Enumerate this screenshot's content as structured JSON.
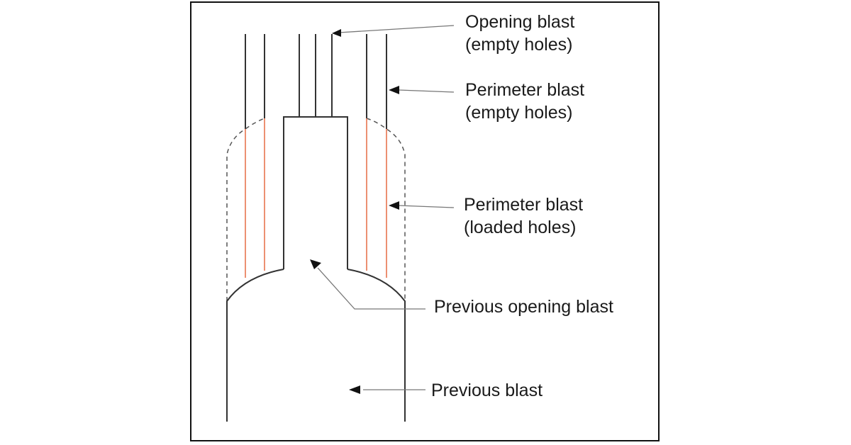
{
  "labels": {
    "opening_blast": {
      "line1": "Opening blast",
      "line2": "(empty holes)"
    },
    "perimeter_empty": {
      "line1": "Perimeter blast",
      "line2": "(empty holes)"
    },
    "perimeter_loaded": {
      "line1": "Perimeter blast",
      "line2": "(loaded holes)"
    },
    "previous_opening": {
      "line1": "Previous opening blast"
    },
    "previous_blast": {
      "line1": "Previous blast"
    }
  },
  "colors": {
    "line": "#333333",
    "loaded_hole": "#e8744f",
    "dashed": "#555555",
    "leader": "#777777",
    "arrow": "#111111"
  }
}
